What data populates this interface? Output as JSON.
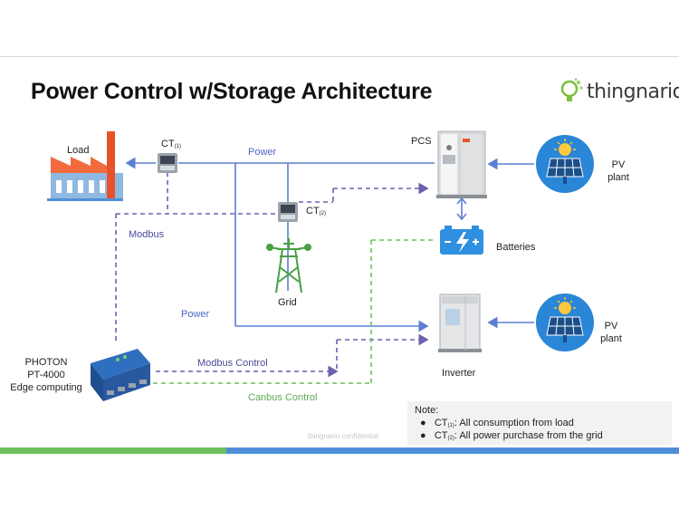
{
  "title": "Power Control w/Storage Architecture",
  "logo": {
    "text": "thingnario",
    "icon": "bulb-network-icon",
    "accent": "#7bbf3a"
  },
  "nodes": {
    "load": "Load",
    "ct1": "CT",
    "ct1_sub": "(1)",
    "ct2": "CT",
    "ct2_sub": "(2)",
    "pcs": "PCS",
    "pv1_line1": "PV",
    "pv1_line2": "plant",
    "batteries": "Batteries",
    "grid": "Grid",
    "inverter": "Inverter",
    "pv2_line1": "PV",
    "pv2_line2": "plant",
    "photon_line1": "PHOTON",
    "photon_line2": "PT-4000",
    "photon_line3": "Edge computing"
  },
  "links": {
    "power_top": "Power",
    "power_left": "Power",
    "modbus": "Modbus",
    "modbus_control": "Modbus Control",
    "canbus_control": "Canbus Control"
  },
  "note": {
    "heading": "Note:",
    "items": [
      {
        "label": "CT",
        "sub": "(1)",
        "text": ": All consumption from load"
      },
      {
        "label": "CT",
        "sub": "(2)",
        "text": ": All power purchase from the grid"
      }
    ]
  },
  "footer": {
    "confidential": "thingnario confidential"
  },
  "colors": {
    "power": "#5b7fd0",
    "modbus": "#6b61b0",
    "canbus": "#6cbf5a",
    "bar_green": "#6cbf5a",
    "bar_blue": "#4f8fd8"
  }
}
